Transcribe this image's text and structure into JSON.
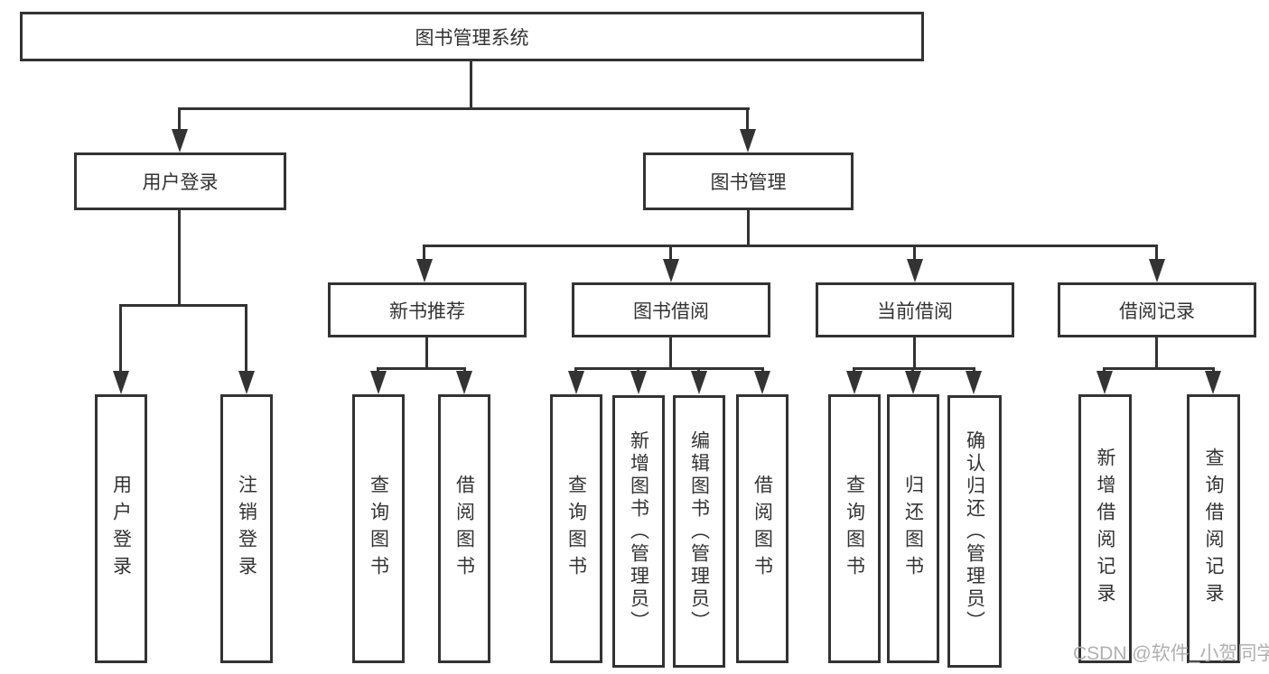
{
  "diagram": {
    "root": "图书管理系统",
    "user": {
      "label": "用户登录",
      "leaves": [
        "用户登录",
        "注销登录"
      ]
    },
    "mgmt": {
      "label": "图书管理",
      "groups": [
        {
          "label": "新书推荐",
          "leaves": [
            "查询图书",
            "借阅图书"
          ]
        },
        {
          "label": "图书借阅",
          "leaves": [
            "查询图书",
            "新增图书（管理员）",
            "编辑图书（管理员）",
            "借阅图书"
          ]
        },
        {
          "label": "当前借阅",
          "leaves": [
            "查询图书",
            "归还图书",
            "确认归还（管理员）"
          ]
        },
        {
          "label": "借阅记录",
          "leaves": [
            "新增借阅记录",
            "查询借阅记录"
          ]
        }
      ]
    }
  },
  "watermark": "CSDN @软件_小贺同学",
  "colors": {
    "line": "#333333",
    "text": "#333333",
    "background": "#ffffff",
    "watermark": "#b0b0b0"
  }
}
